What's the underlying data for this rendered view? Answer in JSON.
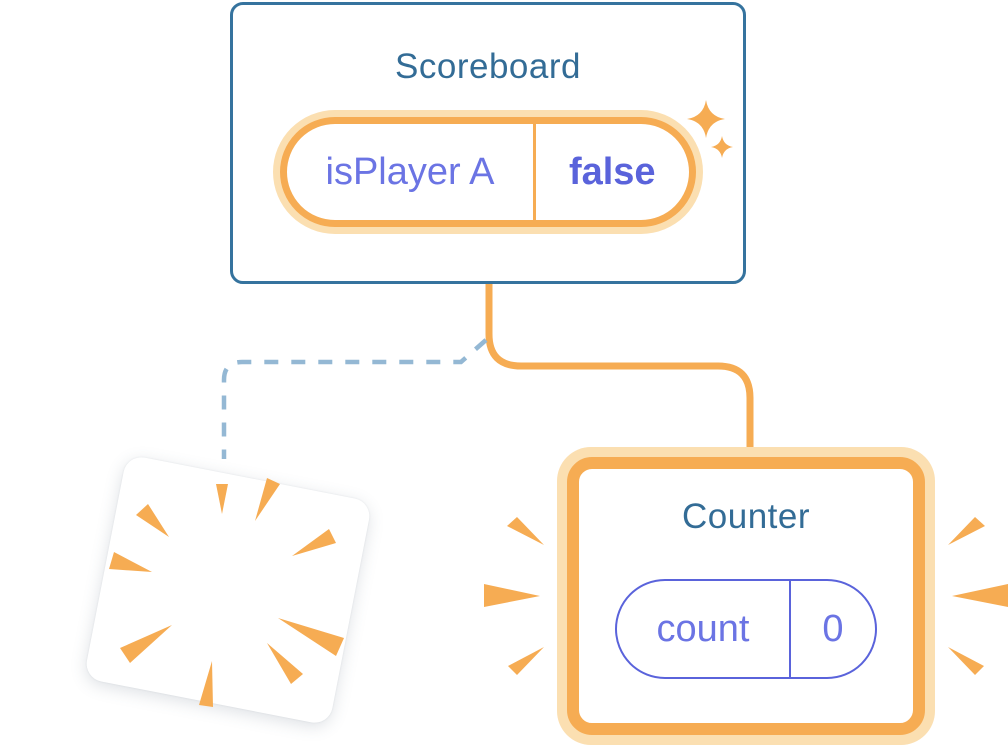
{
  "scoreboard": {
    "title": "Scoreboard",
    "state": {
      "key": "isPlayer A",
      "value": "false"
    }
  },
  "counter": {
    "title": "Counter",
    "state": {
      "key": "count",
      "value": "0"
    }
  },
  "icons": {
    "sparkles": "sparkles-icon (state preserved)",
    "poof": "poof-burst-icon (component destroyed)",
    "emphasis": "emphasis-burst-icon (component re-created)"
  },
  "colors": {
    "orange": "#F6AC53",
    "orange-halo": "#FBDFB1",
    "card-border-blue": "#35739E",
    "title-blue": "#336C96",
    "purple": "#6B74E4",
    "purple-strong": "#5A63DB",
    "dashed-blue": "#94B8D4",
    "card-bg": "#FFFFFF",
    "canvas-bg": "#FFFFFF"
  }
}
